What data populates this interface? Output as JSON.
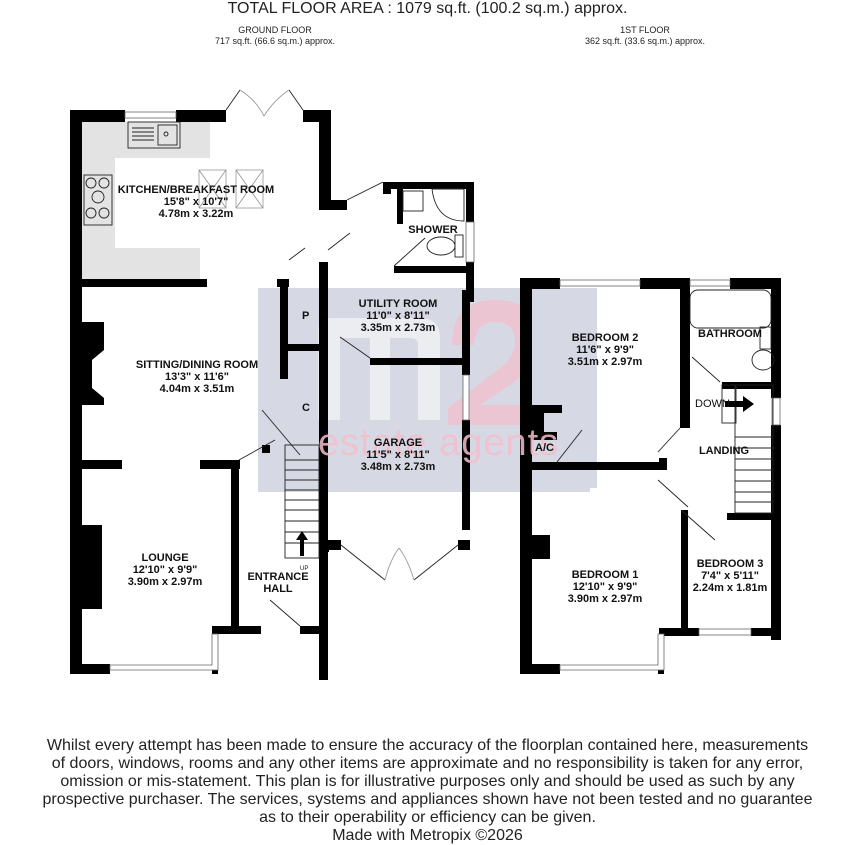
{
  "ground_floor": {
    "title": "GROUND FLOOR",
    "area": "717 sq.ft. (66.6 sq.m.) approx.",
    "rooms": [
      {
        "name": "KITCHEN/BREAKFAST ROOM",
        "imperial": "15'8\"  x 10'7\"",
        "metric": "4.78m  x 3.22m"
      },
      {
        "name": "SITTING/DINING ROOM",
        "imperial": "13'3\"  x 11'6\"",
        "metric": "4.04m  x 3.51m"
      },
      {
        "name": "LOUNGE",
        "imperial": "12'10\"  x 9'9\"",
        "metric": "3.90m  x 2.97m"
      },
      {
        "name": "ENTRANCE",
        "imperial": "HALL",
        "metric": ""
      },
      {
        "name": "UTILITY ROOM",
        "imperial": "11'0\"  x 8'11\"",
        "metric": "3.35m  x 2.73m"
      },
      {
        "name": "GARAGE",
        "imperial": "11'5\"  x 8'11\"",
        "metric": "3.48m  x 2.73m"
      },
      {
        "name": "SHOWER",
        "imperial": "",
        "metric": ""
      }
    ],
    "labels": {
      "pantry": "P",
      "cupboard": "C",
      "stairs_up": "UP"
    }
  },
  "first_floor": {
    "title": "1ST FLOOR",
    "area": "362 sq.ft. (33.6 sq.m.) approx.",
    "rooms": [
      {
        "name": "BEDROOM 2",
        "imperial": "11'6\"  x 9'9\"",
        "metric": "3.51m  x 2.97m"
      },
      {
        "name": "BATHROOM",
        "imperial": "",
        "metric": ""
      },
      {
        "name": "LANDING",
        "imperial": "",
        "metric": ""
      },
      {
        "name": "BEDROOM 1",
        "imperial": "12'10\"  x 9'9\"",
        "metric": "3.90m  x 2.97m"
      },
      {
        "name": "BEDROOM 3",
        "imperial": "7'4\"  x 5'11\"",
        "metric": "2.24m  x 1.81m"
      }
    ],
    "labels": {
      "airing_cupboard": "A/C",
      "stairs_down": "DOWN"
    }
  },
  "watermark": {
    "logo": "m2",
    "text": "estate agents",
    "panel_color": "#d6d9e3",
    "accent_color": "#f4bfcc"
  },
  "footer": {
    "total": "TOTAL FLOOR AREA : 1079 sq.ft. (100.2 sq.m.) approx.",
    "disclaimer": [
      "Whilst every attempt has been made to ensure the accuracy of the floorplan contained here, measurements",
      "of doors, windows, rooms and any other items are approximate and no responsibility is taken for any error,",
      "omission or mis-statement. This plan is for illustrative purposes only and should be used as such by any",
      "prospective purchaser. The services, systems and appliances shown have not been tested and no guarantee",
      "as to their operability or efficiency can be given."
    ],
    "credit": "Made with Metropix ©2026"
  }
}
